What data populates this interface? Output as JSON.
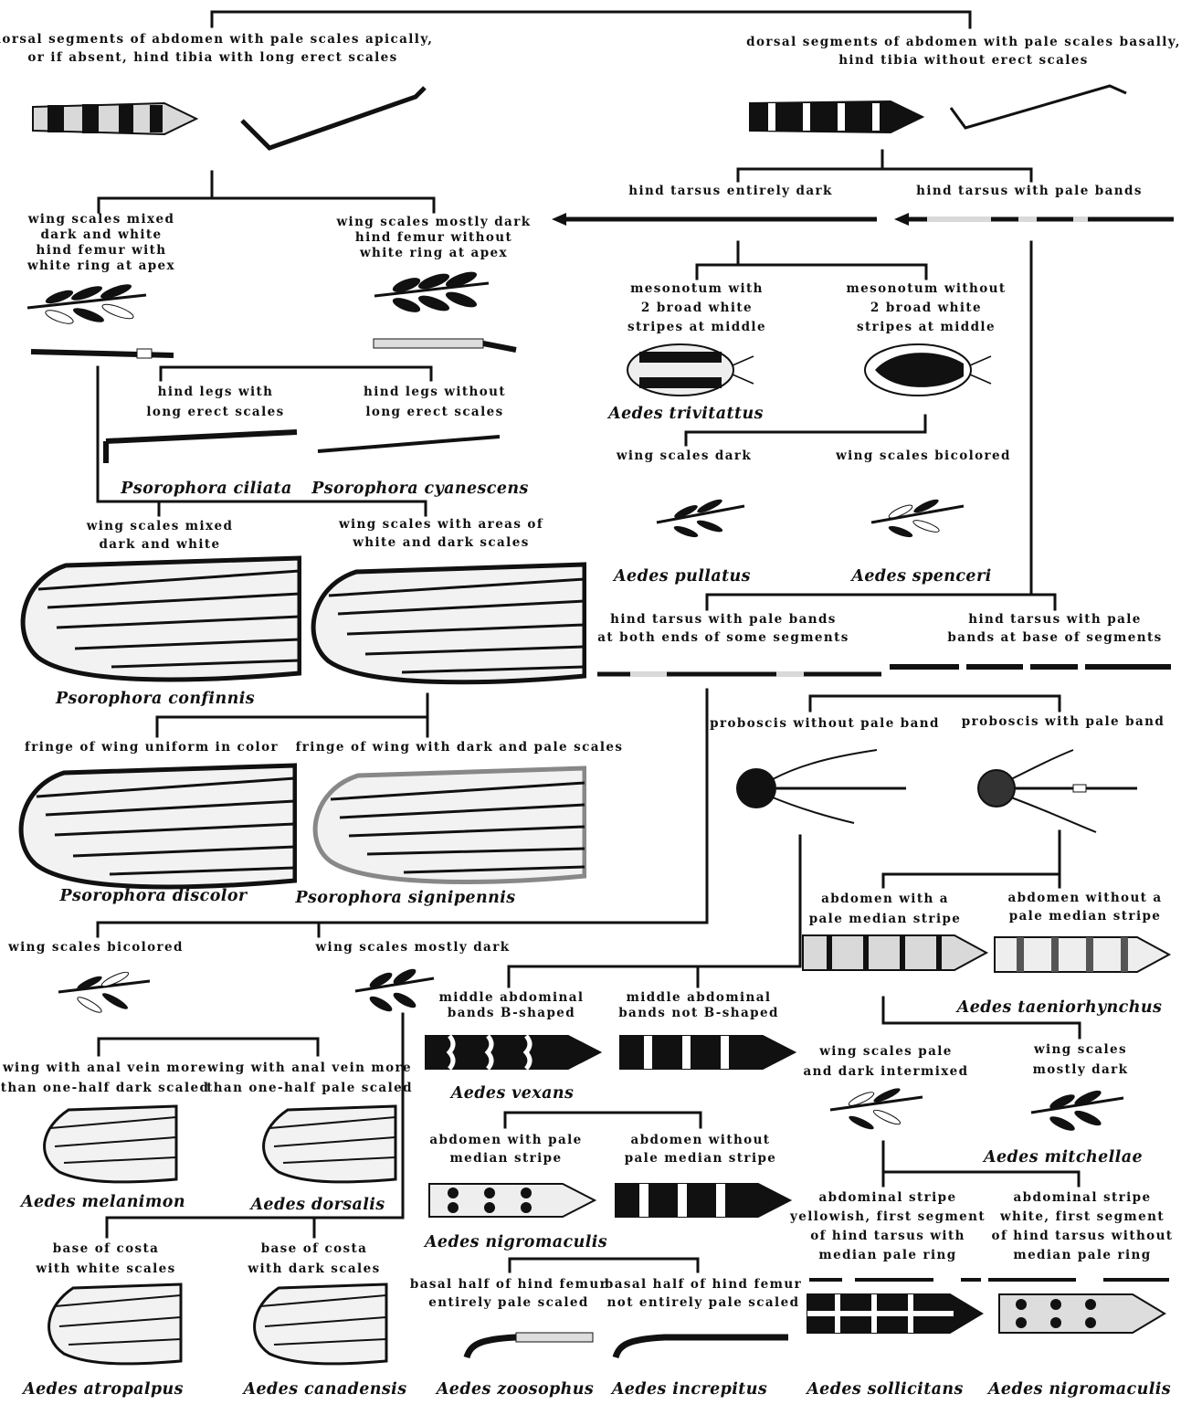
{
  "labels": {
    "c_root_left": "dorsal segments of abdomen with pale scales apically,\nor if absent, hind tibia with long erect scales",
    "c_root_right": "dorsal segments of abdomen with pale scales basally,\nhind tibia without erect scales",
    "c_wing_mixed_femur": "wing scales mixed\ndark and white\nhind femur with\nwhite ring at apex",
    "c_wing_dark_femur": "wing scales mostly dark\nhind femur without\nwhite ring at apex",
    "c_tarsus_dark": "hind tarsus entirely dark",
    "c_tarsus_pale": "hind tarsus with pale bands",
    "c_meso_stripes": "mesonotum with\n2 broad white\nstripes at middle",
    "c_meso_nostripes": "mesonotum without\n2 broad white\nstripes at middle",
    "c_legs_erect": "hind legs with\nlong erect scales",
    "c_legs_noerect": "hind legs without\nlong erect scales",
    "c_wing_dark": "wing scales dark",
    "c_wing_bicolored_r": "wing scales bicolored",
    "c_wing_mixed2": "wing scales mixed\ndark and white",
    "c_wing_areas": "wing scales with areas of\nwhite and dark scales",
    "c_tarsus_bothends": "hind tarsus with pale bands\nat both ends of some segments",
    "c_tarsus_base": "hind tarsus with pale\nbands at base of segments",
    "c_fringe_uniform": "fringe of wing uniform in color",
    "c_fringe_mixed": "fringe of wing with dark and pale scales",
    "c_prob_noband": "proboscis without pale band",
    "c_prob_band": "proboscis with pale band",
    "c_abd_stripe": "abdomen with a\npale median stripe",
    "c_abd_nostripe": "abdomen without a\npale median stripe",
    "c_wing_bicolored_l": "wing scales bicolored",
    "c_wing_mostly_dark": "wing scales mostly dark",
    "c_bands_b": "middle abdominal\nbands B-shaped",
    "c_bands_notb": "middle abdominal\nbands not B-shaped",
    "c_wing_pale_dark": "wing scales pale\nand dark intermixed",
    "c_wing_mostly_dark_r": "wing scales\nmostly dark",
    "c_anal_dark": "wing with anal vein more\nthan one-half dark scaled",
    "c_anal_pale": "wing with anal vein more\nthan one-half pale scaled",
    "c_abd_pale_stripe": "abdomen with pale\nmedian stripe",
    "c_abd_no_pale_stripe": "abdomen without\npale median stripe",
    "c_stripe_yellow": "abdominal stripe\nyellowish, first segment\nof hind tarsus with\nmedian pale ring",
    "c_stripe_white": "abdominal stripe\nwhite, first segment\nof hind tarsus without\nmedian pale ring",
    "c_costa_white": "base of costa\nwith white scales",
    "c_costa_dark": "base of costa\nwith dark scales",
    "c_femur_pale": "basal half of hind femur\nentirely pale scaled",
    "c_femur_notpale": "basal half of hind femur\nnot entirely pale scaled"
  },
  "species": {
    "s_trivitattus": "Aedes trivitattus",
    "s_ciliata": "Psorophora ciliata",
    "s_cyanescens": "Psorophora cyanescens",
    "s_pullatus": "Aedes pullatus",
    "s_spenceri": "Aedes spenceri",
    "s_confinnis": "Psorophora confinnis",
    "s_discolor": "Psorophora discolor",
    "s_signipennis": "Psorophora signipennis",
    "s_taeniorhynchus": "Aedes taeniorhynchus",
    "s_vexans": "Aedes vexans",
    "s_mitchellae": "Aedes mitchellae",
    "s_melanimon": "Aedes melanimon",
    "s_dorsalis": "Aedes dorsalis",
    "s_nigromaculis_mid": "Aedes nigromaculis",
    "s_atropalpus": "Aedes atropalpus",
    "s_canadensis": "Aedes canadensis",
    "s_zoosophus": "Aedes zoosophus",
    "s_increpitus": "Aedes increpitus",
    "s_sollicitans": "Aedes sollicitans",
    "s_nigromaculis_right": "Aedes nigromaculis"
  },
  "colors": {
    "ink": "#111111",
    "paper": "#ffffff",
    "pale": "#d9d9d9"
  }
}
